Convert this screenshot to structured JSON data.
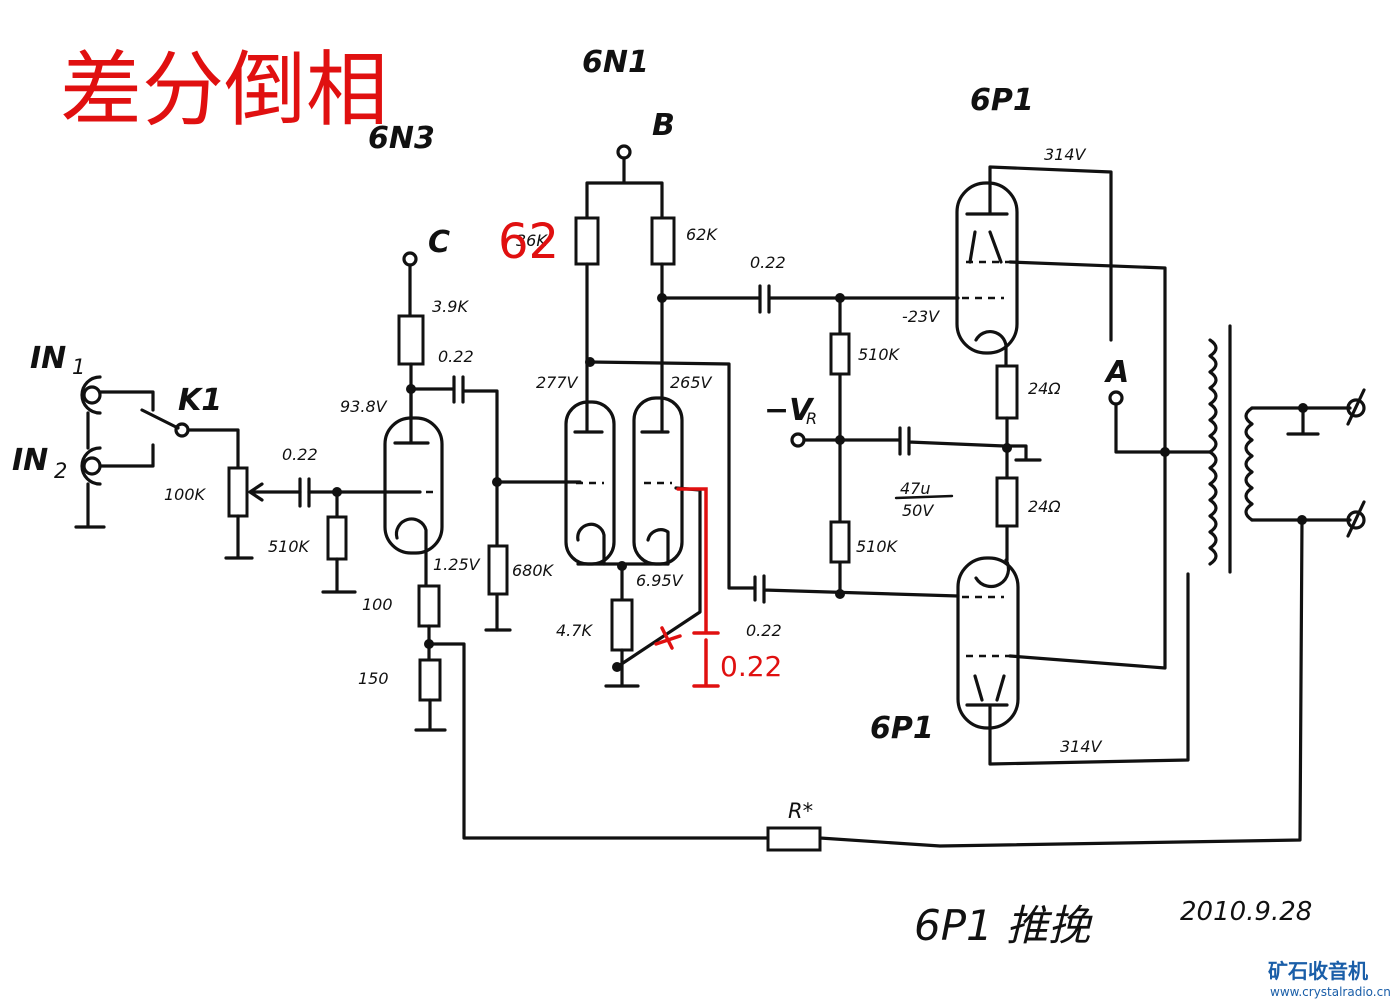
{
  "title_red": "差分倒相",
  "tubes": {
    "driver_left": "6N3",
    "phase_splitter": "6N1",
    "output_top": "6P1",
    "output_bottom": "6P1"
  },
  "terminals": {
    "b": "B",
    "c": "C",
    "a": "A",
    "neg_bias": "−V",
    "neg_bias_sub": "R"
  },
  "inputs": {
    "in1": "IN",
    "in1_sub": "1",
    "in2": "IN",
    "in2_sub": "2",
    "switch": "K1"
  },
  "components": {
    "pot": "100K",
    "cap_in": "0.22",
    "grid_leak": "510K",
    "plate_load_6n3": "3.9K",
    "cap_couple_1": "0.22",
    "cathode_r1": "100",
    "cathode_r2": "150",
    "grid_r_6n1": "680K",
    "plate_load_left_6n1": "36K",
    "plate_load_left_correction": "62",
    "plate_load_right_6n1": "62K",
    "tail_r": "4.7K",
    "cap_out_top": "0.22",
    "cap_out_bottom": "0.22",
    "bias_r_top": "510K",
    "bias_r_bottom": "510K",
    "bias_cap": "47u",
    "bias_cap_v": "50V",
    "cath_r_top": "24Ω",
    "cath_r_bottom": "24Ω",
    "added_cap_red": "0.22",
    "feedback_r": "R*"
  },
  "voltages": {
    "v_6n3_plate": "93.8V",
    "v_6n3_cathode": "1.25V",
    "v_6n1_left_plate": "277V",
    "v_6n1_right_plate": "265V",
    "v_6n1_cathode": "6.95V",
    "v_6p1_grid": "-23V",
    "v_6p1_plate_top": "314V",
    "v_6p1_plate_bottom": "314V"
  },
  "footer": {
    "caption": "6P1 推挽",
    "date": "2010.9.28"
  },
  "watermark": {
    "name": "矿石收音机",
    "url": "www.crystalradio.cn"
  }
}
